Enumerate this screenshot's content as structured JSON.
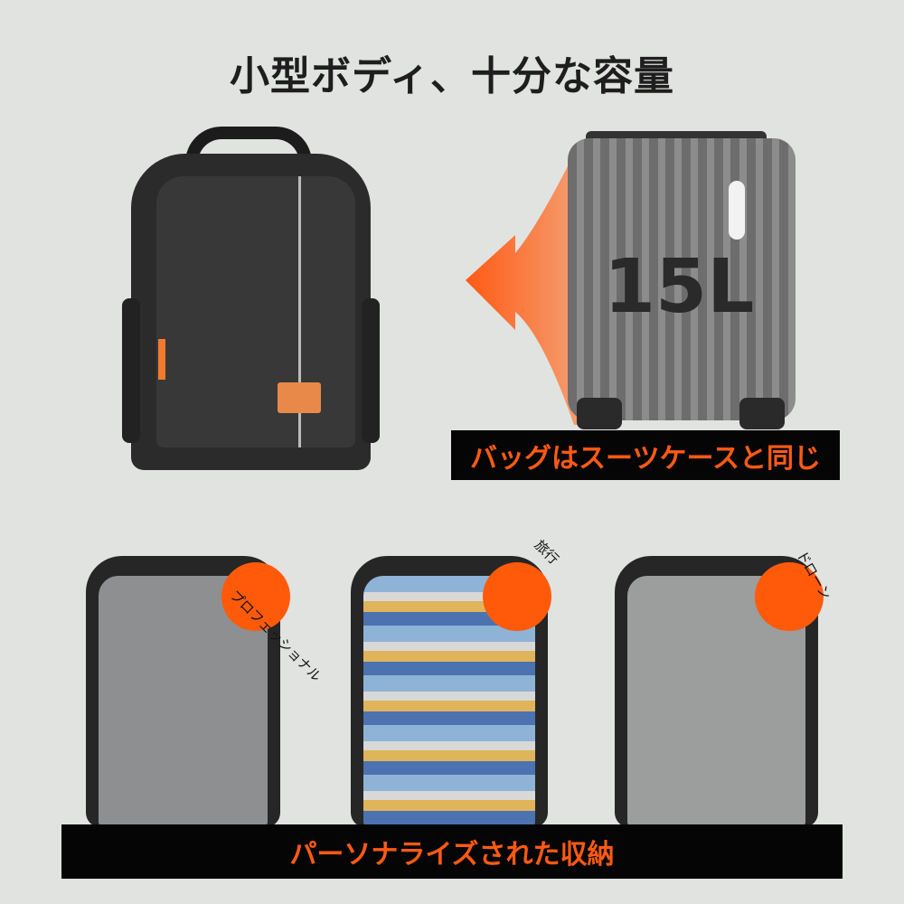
{
  "title": "小型ボディ、十分な容量",
  "comparison": {
    "suitcase_capacity": "15L",
    "caption": "バッグはスーツケースと同じ"
  },
  "uses": [
    {
      "label": "プロフェッショナル"
    },
    {
      "label": "旅行"
    },
    {
      "label": "ドローン"
    }
  ],
  "footer_caption": "パーソナライズされた収納",
  "colors": {
    "accent": "#ff5a14",
    "background": "#e1e3e0",
    "banner": "#050505"
  }
}
